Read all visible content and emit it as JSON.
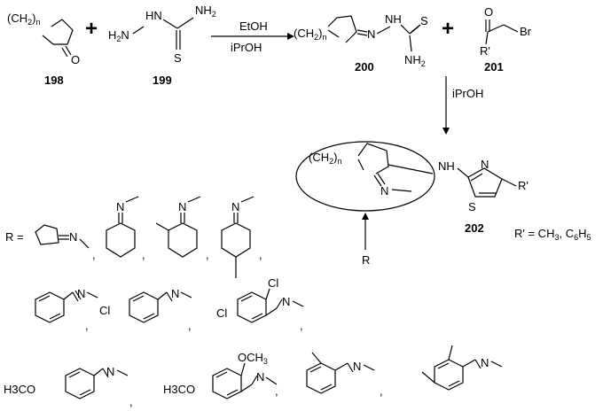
{
  "compounds": {
    "c198": "198",
    "c199": "199",
    "c200": "200",
    "c201": "201",
    "c202": "202"
  },
  "atoms": {
    "ring_ch2_prefix": "(CH",
    "ring_ch2_sub": "2",
    "ring_ch2_suffix": ")",
    "n_sub": "n",
    "O": "O",
    "S": "S",
    "N": "N",
    "HN": "HN",
    "NH": "NH",
    "H2N": "H",
    "H2N_sub": "2",
    "H2N_N": "N",
    "NH2_N": "NH",
    "NH2_sub": "2",
    "Br": "Br",
    "R_prime": "R'",
    "Cl": "Cl",
    "OCH3_prefix": "OCH",
    "OCH3_sub": "3",
    "H3CO": "H3CO"
  },
  "plus": "+",
  "conditions": {
    "step1_top": "EtOH",
    "step1_bottom": "iPrOH",
    "step2": "iPrOH"
  },
  "r_definition": "R =",
  "r_pointer": "R",
  "r_prime_definition": {
    "prefix": "R' = CH",
    "ch3_sub": "3",
    "middle": ", C",
    "c6_sub": "6",
    "h": "H",
    "h5_sub": "5"
  },
  "comma": ","
}
